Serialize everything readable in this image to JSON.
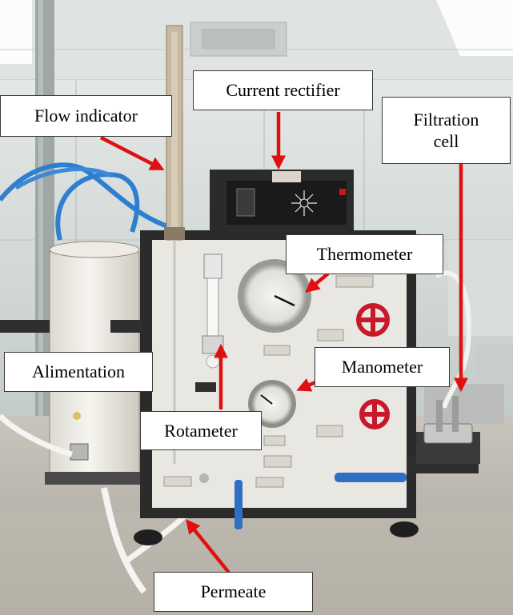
{
  "labels": {
    "current_rectifier": "Current rectifier",
    "flow_indicator": "Flow indicator",
    "filtration_cell": "Filtration\ncell",
    "thermometer": "Thermometer",
    "alimentation": "Alimentation",
    "manometer": "Manometer",
    "rotameter": "Rotameter",
    "permeate": "Permeate"
  },
  "colors": {
    "arrow": "#e01010",
    "frame": "#2b2b2b",
    "panel": "#e9e7e2",
    "floor": "#b8b3ab",
    "wall": "#cfd6d4",
    "tank": "#f1efe9",
    "valve": "#c8182a",
    "tube_blue": "#2f7fd0"
  }
}
